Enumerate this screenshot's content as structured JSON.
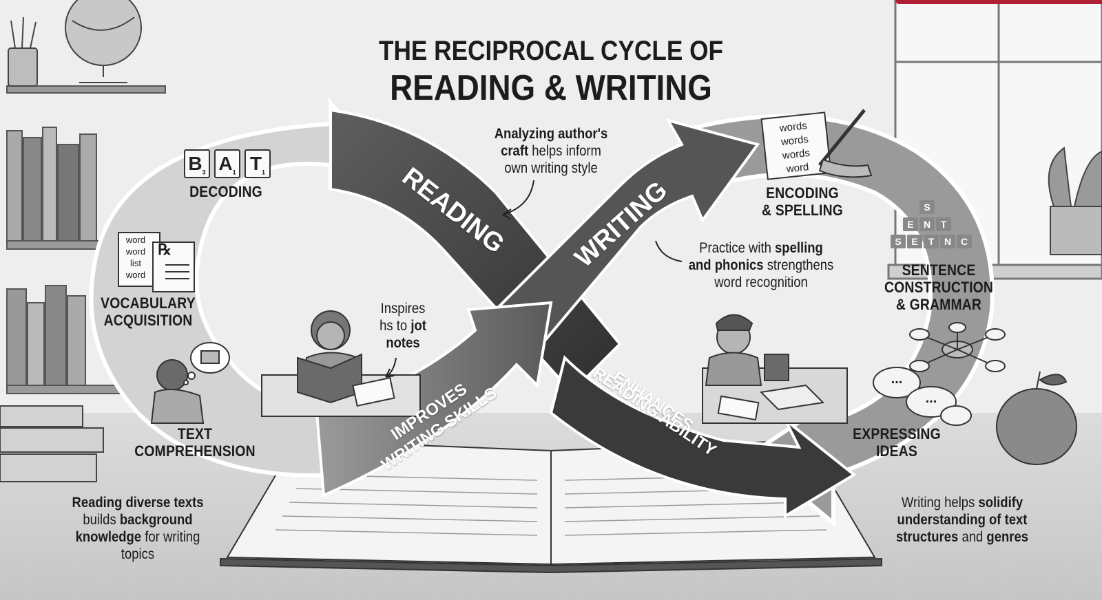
{
  "title": {
    "line1": "THE RECIPROCAL CYCLE OF",
    "line2": "READING & WRITING"
  },
  "bands": {
    "reading": "READING",
    "writing": "WRITING",
    "improves_line1": "IMPROVES",
    "improves_line2": "WRITING SKILLS",
    "enhances_line1": "ENHANCES",
    "enhances_line2": "READING ABILITY"
  },
  "reading_loop": {
    "tiles": [
      "B",
      "A",
      "T"
    ],
    "tile_subscripts": [
      "3",
      "1",
      "1"
    ],
    "decoding": "DECODING",
    "word_list": [
      "word",
      "word",
      "list",
      "word"
    ],
    "rx_symbol": "℞",
    "vocabulary_line1": "VOCABULARY",
    "vocabulary_line2": "ACQUISITION",
    "text_comprehension_line1": "TEXT",
    "text_comprehension_line2": "COMPREHENSION"
  },
  "writing_loop": {
    "notepad_words": [
      "words",
      "words",
      "words",
      "word"
    ],
    "encoding_line1": "ENCODING",
    "encoding_line2": "& SPELLING",
    "scrabble_rows": [
      [
        "S"
      ],
      [
        "E",
        "N",
        "T"
      ],
      [
        "S",
        "E",
        "T",
        "N",
        "C"
      ]
    ],
    "sentence_line1": "SENTENCE",
    "sentence_line2": "CONSTRUCTION",
    "sentence_line3": "& GRAMMAR",
    "expressing_line1": "EXPRESSING",
    "expressing_line2": "IDEAS"
  },
  "notes": {
    "authors_craft": {
      "bold1": "Analyzing author's",
      "bold2": "craft",
      "rest2": " helps inform",
      "line3": "own writing style"
    },
    "jot_notes": {
      "line1": "Inspires",
      "line2_plain": "hs to ",
      "line2_bold": "jot",
      "line3": "notes"
    },
    "phonics": {
      "line1_plain": "Practice with ",
      "line1_bold": "spelling",
      "line2_bold1": "and phonics",
      "line2_plain": " strengthens",
      "line3": "word recognition"
    },
    "background": {
      "line1": "Reading diverse texts",
      "line2_plain": "builds ",
      "line2_bold": "background",
      "line3_bold": "knowledge",
      "line3_plain": " for writing",
      "line4": "topics"
    },
    "solidify": {
      "line1_plain": "Writing helps ",
      "line1_bold": "solidify",
      "line2": "understanding of text",
      "line3_bold1": "structures",
      "line3_plain": " and ",
      "line3_bold2": "genres"
    }
  },
  "icons": {
    "emoji_ellipsis": "...",
    "colors": {
      "loop_light": "#cfcfcf",
      "band_dark": "#4a4a4a",
      "band_mid": "#7a7a7a",
      "accent_bar": "#b02035"
    }
  }
}
